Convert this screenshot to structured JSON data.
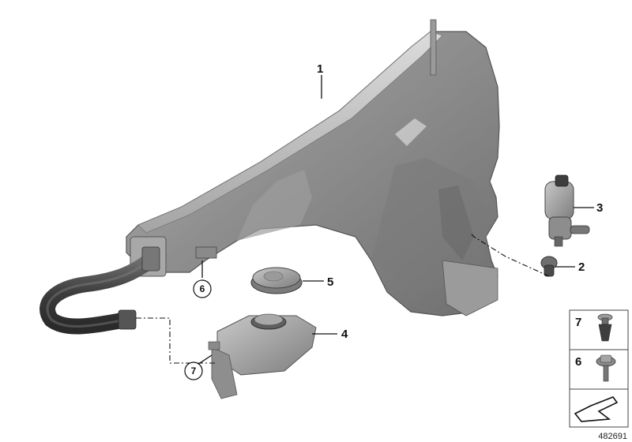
{
  "callouts": {
    "c1": "1",
    "c2": "2",
    "c3": "3",
    "c4": "4",
    "c5": "5",
    "c6": "6",
    "c7": "7"
  },
  "legend": {
    "row1_number": "7",
    "row2_number": "6"
  },
  "diagram_id": "482691"
}
